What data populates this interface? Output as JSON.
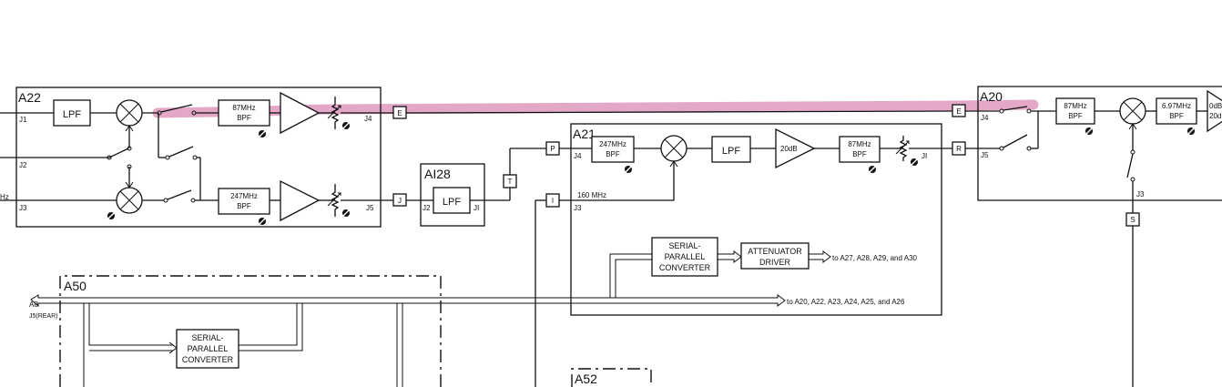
{
  "highlight_color": "#d98bb5",
  "assemblies": {
    "a22": "A22",
    "a128": "AI28",
    "a21": "A21",
    "a20": "A20",
    "a50": "A50",
    "a52": "A52"
  },
  "blocks": {
    "lpf": "LPF",
    "bpf_87_top": "87MHz",
    "bpf_87_bot": "BPF",
    "bpf_247_top": "247MHz",
    "bpf_247_bot": "BPF",
    "bpf_697_top": "6.97MHz",
    "bpf_697_bot": "BPF",
    "amp_20db": "20dB",
    "amp_0db": "0dB",
    "amp_20d": "20d",
    "serial_1": "SERIAL-",
    "serial_2": "PARALLEL",
    "serial_3": "CONVERTER",
    "att_1": "ATTENUATOR",
    "att_2": "DRIVER"
  },
  "jacks": {
    "j1": "J1",
    "j2": "J2",
    "j3": "J3",
    "j4": "J4",
    "j5": "J5",
    "j1_roman": "JI",
    "j3_lower": "J3"
  },
  "connectors": {
    "e": "E",
    "j": "J",
    "t": "T",
    "p": "P",
    "i": "I",
    "r": "R",
    "s": "S"
  },
  "labels": {
    "mhz_160": "160 MHz",
    "hz_cut": "Hz",
    "to_a27": "to A27, A28, A29, and A30",
    "to_a20": "to A20, A22, A23, A24, A25, and A26",
    "a8": "A8",
    "j5_rear": "J5(REAR)"
  }
}
